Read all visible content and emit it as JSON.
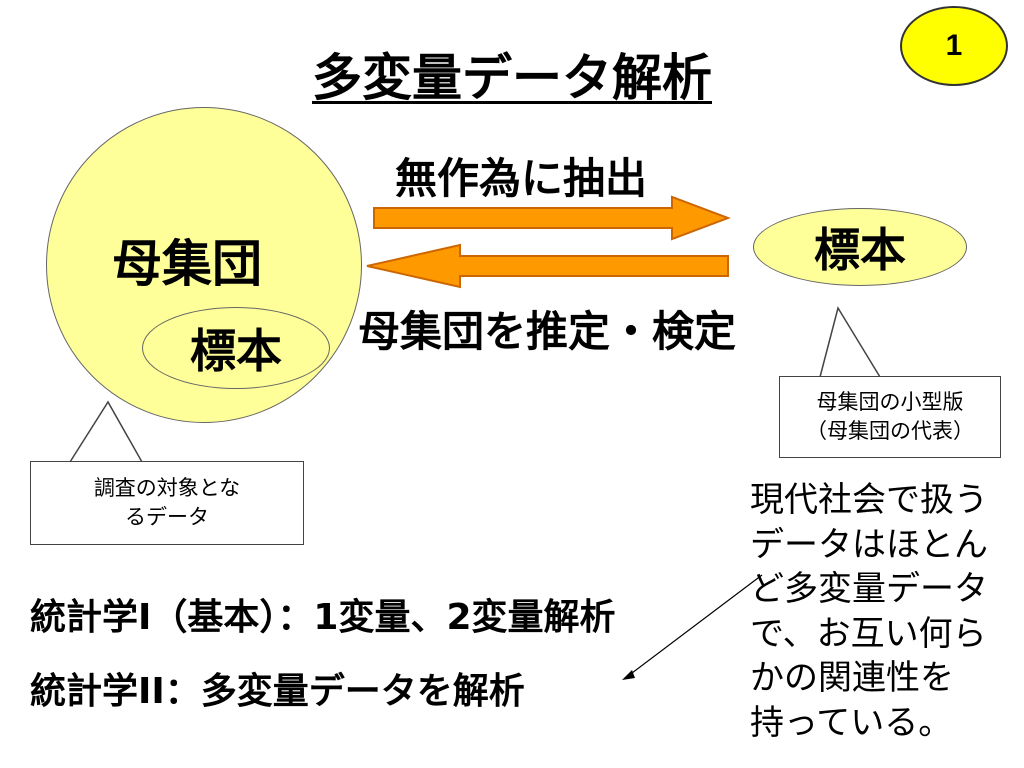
{
  "slide_number": "1",
  "title": "多変量データ解析",
  "population_label": "母集団",
  "sample_label_inner": "標本",
  "sample_label_right": "標本",
  "arrow_top_label": "無作為に抽出",
  "arrow_bottom_label": "母集団を推定・検定",
  "callout_left": {
    "line1": "調査の対象とな",
    "line2": "るデータ"
  },
  "callout_right": {
    "line1": "母集団の小型版",
    "line2": "（母集団の代表）"
  },
  "note_lines": [
    "現代社会で扱う",
    "データはほとん",
    "ど多変量データ",
    "で、お互い何ら",
    "かの関連性を",
    "持っている。"
  ],
  "stats": {
    "line1": "統計学I（基本）：1変量、2変量解析",
    "line2": "統計学II：多変量データを解析"
  },
  "colors": {
    "badge": "#ffff00",
    "circle_fill": "#ffff99",
    "arrow_fill": "#ff9900",
    "arrow_stroke": "#cc6600"
  }
}
